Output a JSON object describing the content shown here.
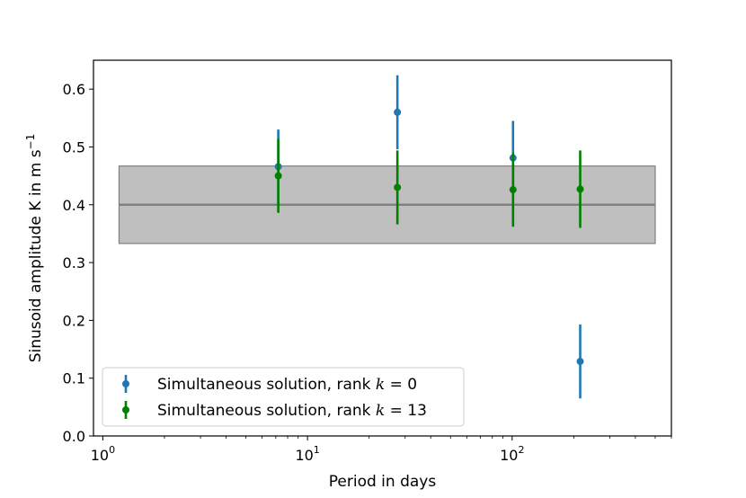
{
  "chart_data": {
    "type": "scatter",
    "title": "",
    "xlabel": "Period in days",
    "ylabel": "Sinusoid amplitude K in m s⁻¹",
    "x_scale": "log",
    "xlim": [
      0.9,
      600
    ],
    "ylim": [
      0.0,
      0.65
    ],
    "y_ticks": [
      "0.0",
      "0.1",
      "0.2",
      "0.3",
      "0.4",
      "0.5",
      "0.6"
    ],
    "x_ticks": [
      {
        "base": "10",
        "exp": "0",
        "value": 1
      },
      {
        "base": "10",
        "exp": "1",
        "value": 10
      },
      {
        "base": "10",
        "exp": "2",
        "value": 100
      }
    ],
    "reference_band": {
      "center": 0.4,
      "lower": 0.333,
      "upper": 0.467,
      "x_from": 1.2,
      "x_to": 500,
      "line_color": "#808080",
      "fill_color": "#bfbfbf"
    },
    "series": [
      {
        "name": "Simultaneous solution, rank k = 0",
        "legend_prefix": "Simultaneous solution, rank ",
        "legend_var": "k",
        "legend_suffix": " = 0",
        "color": "#1f77b4",
        "points": [
          {
            "x": 7.2,
            "y": 0.466,
            "err_low": 0.402,
            "err_high": 0.53
          },
          {
            "x": 27.5,
            "y": 0.56,
            "err_low": 0.496,
            "err_high": 0.624
          },
          {
            "x": 101,
            "y": 0.481,
            "err_low": 0.417,
            "err_high": 0.545
          },
          {
            "x": 215,
            "y": 0.129,
            "err_low": 0.065,
            "err_high": 0.193
          }
        ]
      },
      {
        "name": "Simultaneous solution, rank k = 13",
        "legend_prefix": "Simultaneous solution, rank ",
        "legend_var": "k",
        "legend_suffix": " = 13",
        "color": "#008000",
        "points": [
          {
            "x": 7.2,
            "y": 0.45,
            "err_low": 0.386,
            "err_high": 0.514
          },
          {
            "x": 27.5,
            "y": 0.43,
            "err_low": 0.366,
            "err_high": 0.494
          },
          {
            "x": 101,
            "y": 0.426,
            "err_low": 0.362,
            "err_high": 0.49
          },
          {
            "x": 215,
            "y": 0.427,
            "err_low": 0.36,
            "err_high": 0.494
          }
        ]
      }
    ],
    "legend_position": "lower-left",
    "grid": false
  }
}
